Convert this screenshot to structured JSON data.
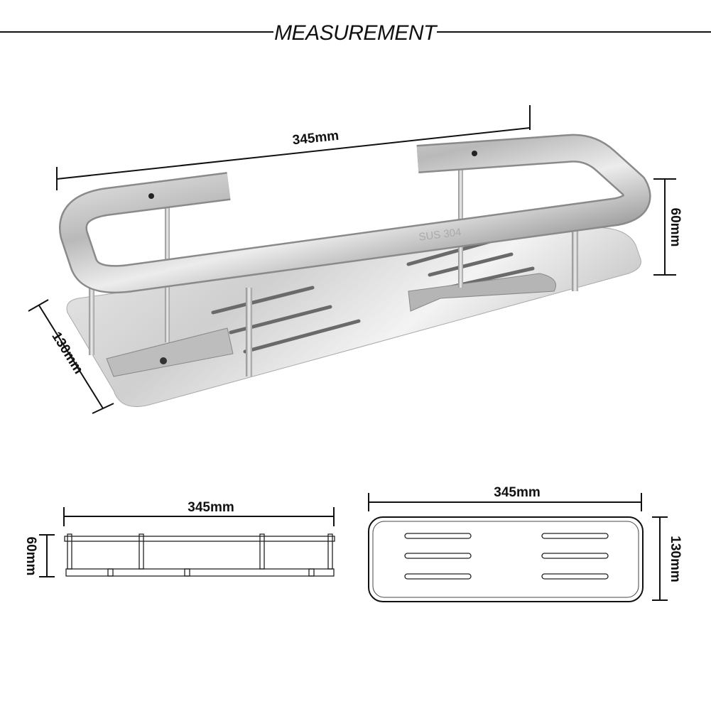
{
  "header": {
    "title": "MEASUREMENT"
  },
  "photo_view": {
    "length_label": "345mm",
    "height_label": "60mm",
    "depth_label": "130mm",
    "engraving": "SUS 304"
  },
  "side_view": {
    "length_label": "345mm",
    "height_label": "60mm"
  },
  "top_view": {
    "length_label": "345mm",
    "depth_label": "130mm"
  }
}
